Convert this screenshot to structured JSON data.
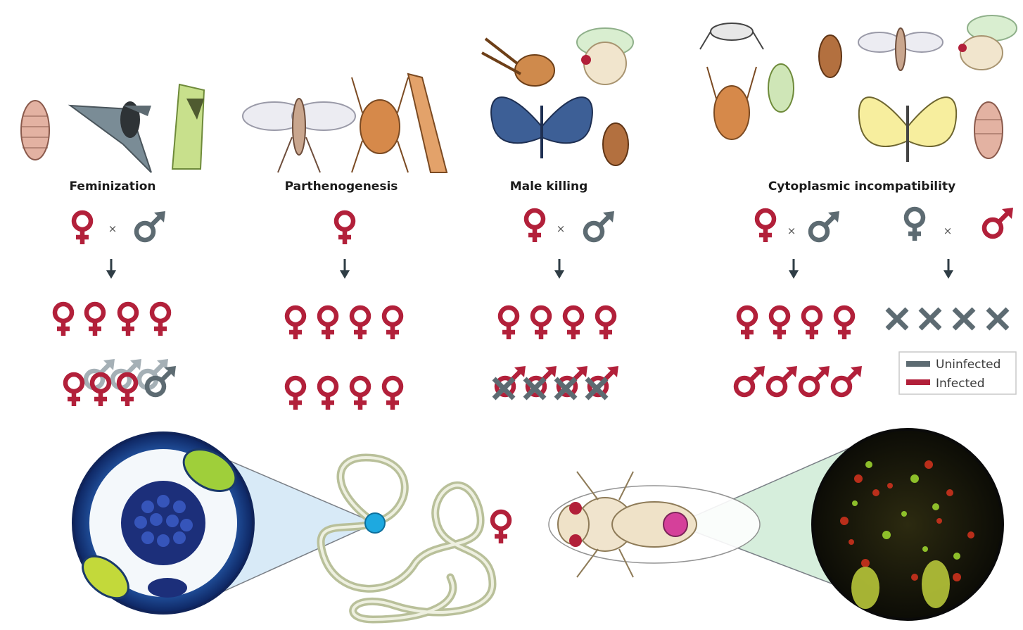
{
  "labels": {
    "feminization": "Feminization",
    "parthenogenesis": "Parthenogenesis",
    "male_killing": "Male killing",
    "cytoplasmic_incompatibility": "Cytoplasmic incompatibility"
  },
  "cross_symbol": "×",
  "legend": {
    "uninfected": "Uninfected",
    "infected": "Infected",
    "uninfected_color": "#5d6b72",
    "infected_color": "#b2203a"
  },
  "colors": {
    "infected": "#b2203a",
    "uninfected": "#5d6b72",
    "arrow": "#2f3d45",
    "gonad": "#1ea9e0",
    "fly_spot": "#d5409a"
  }
}
